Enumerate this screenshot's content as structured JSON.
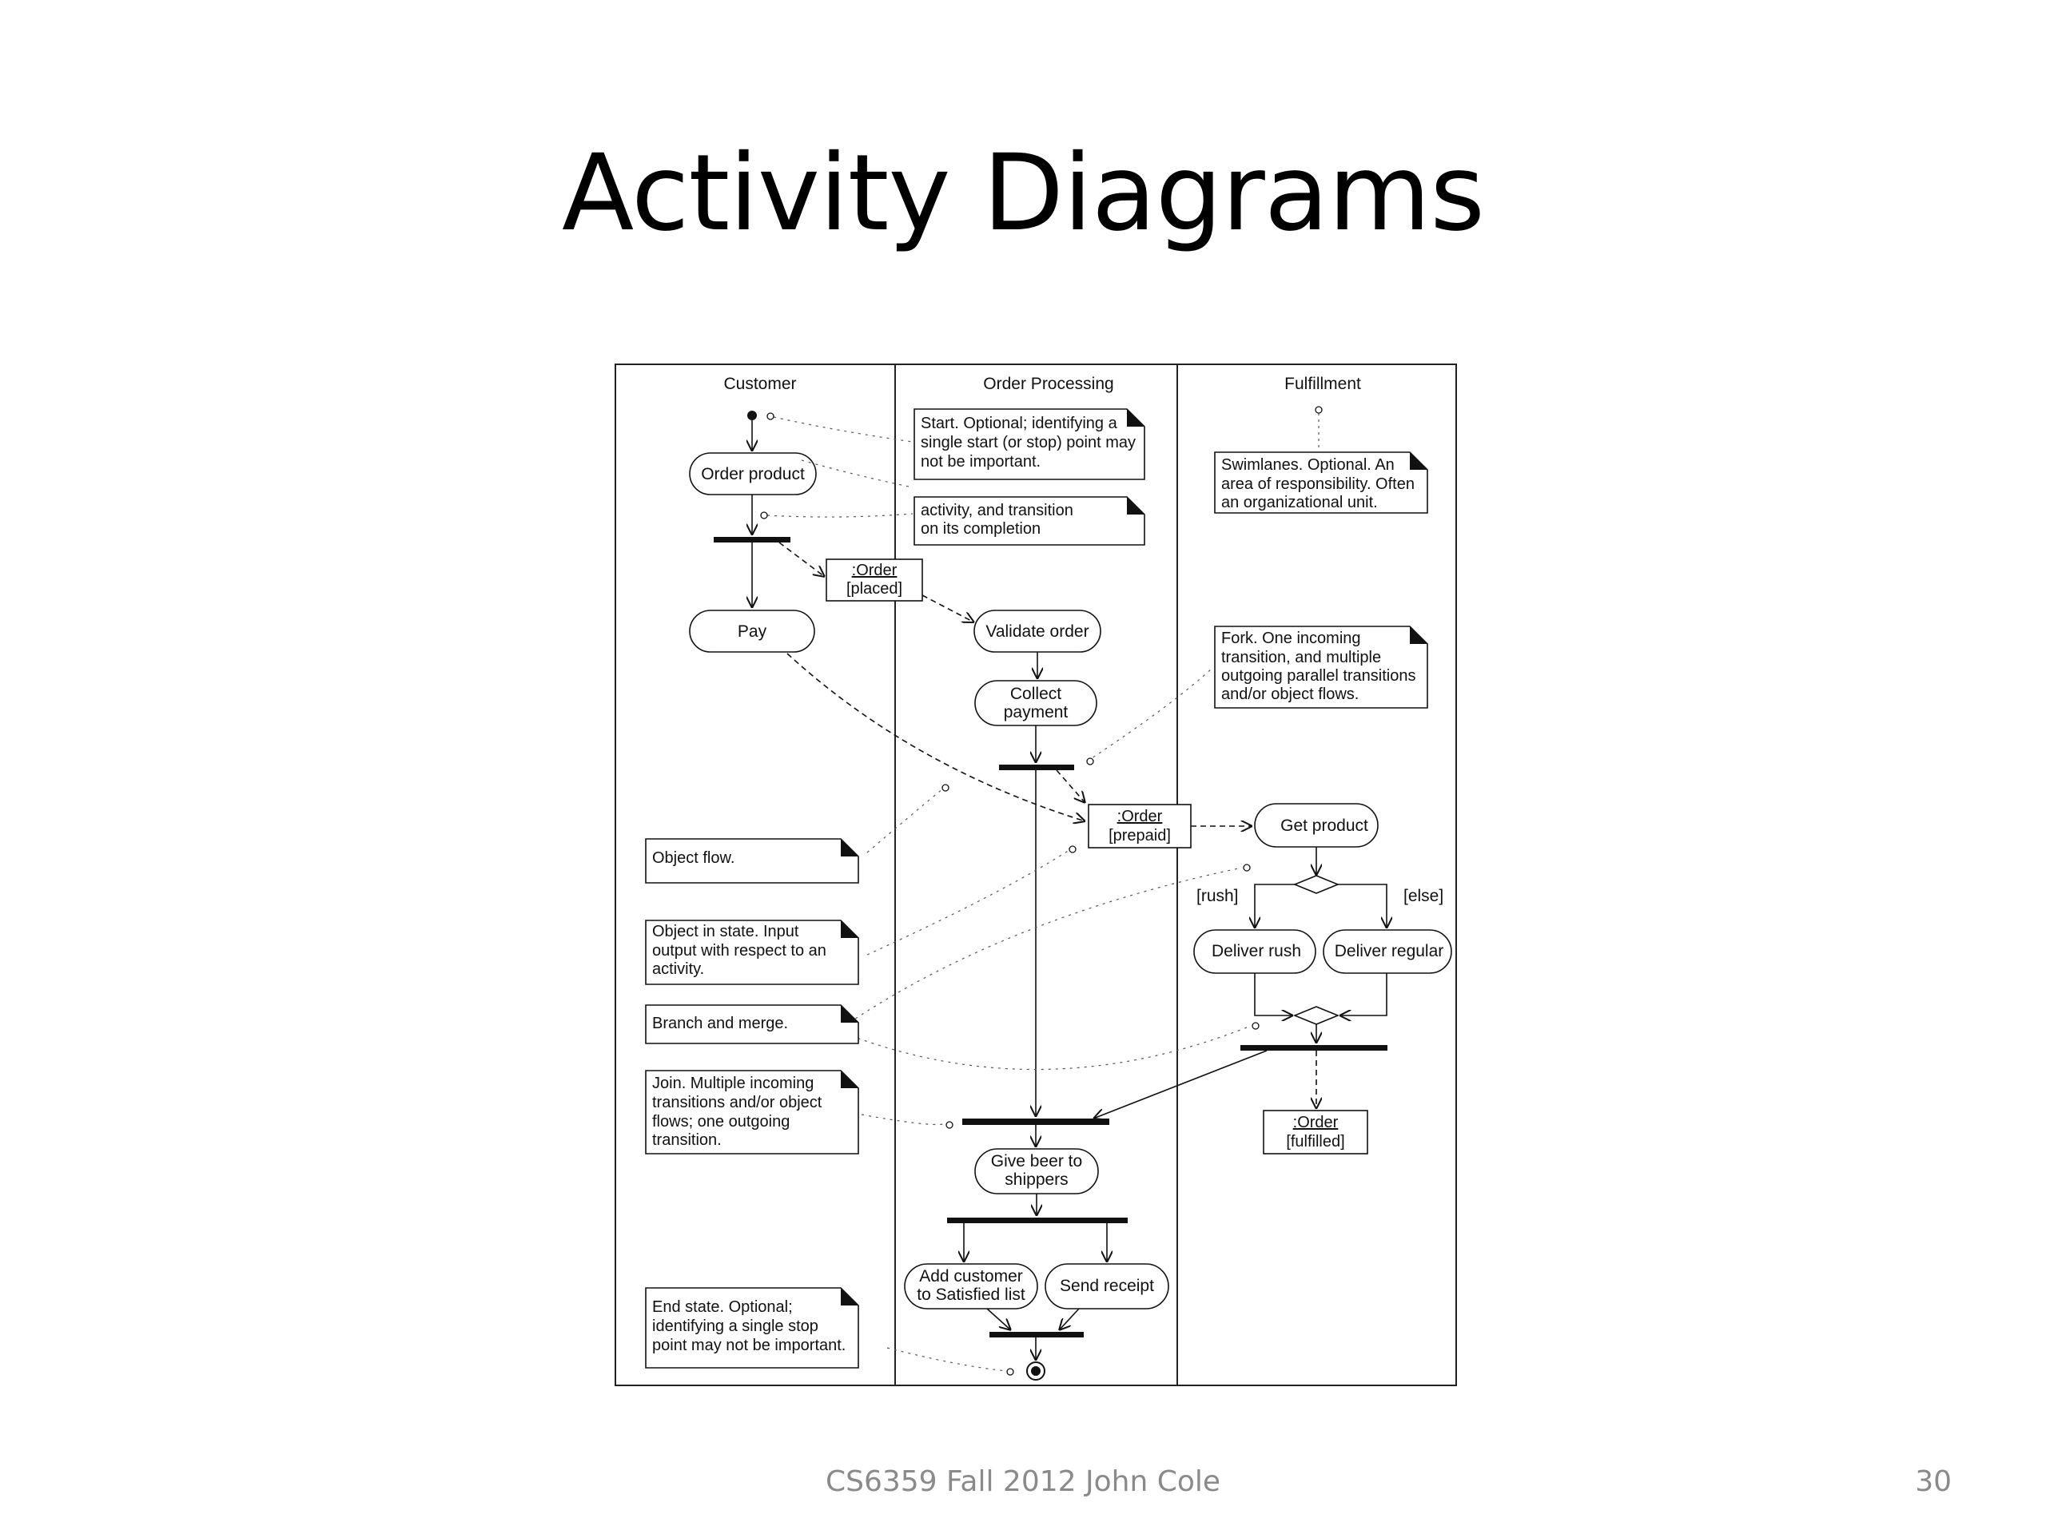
{
  "slide": {
    "title": "Activity Diagrams",
    "footer": "CS6359 Fall 2012 John Cole",
    "page_number": "30"
  },
  "swimlanes": [
    "Customer",
    "Order Processing",
    "Fulfillment"
  ],
  "activities": {
    "order_product": "Order product",
    "pay": "Pay",
    "validate_order": "Validate order",
    "collect_payment": [
      "Collect",
      "payment"
    ],
    "get_product": "Get product",
    "deliver_rush": "Deliver rush",
    "deliver_regular": "Deliver regular",
    "give_beer": [
      "Give beer to",
      "shippers"
    ],
    "add_customer": [
      "Add customer",
      "to Satisfied list"
    ],
    "send_receipt": "Send receipt"
  },
  "objects": {
    "order_placed": [
      ":Order",
      "[placed]"
    ],
    "order_prepaid": [
      ":Order",
      "[prepaid]"
    ],
    "order_fulfilled": [
      ":Order",
      "[fulfilled]"
    ]
  },
  "guards": {
    "rush": "[rush]",
    "else": "[else]"
  },
  "notes": {
    "start": [
      "Start. Optional; identifying a",
      "single start (or stop) point may",
      "not be important."
    ],
    "activity": [
      "activity, and transition",
      "on its completion"
    ],
    "swimlanes": [
      "Swimlanes. Optional. An",
      "area of responsibility. Often",
      "an organizational unit."
    ],
    "fork": [
      "Fork. One incoming",
      "transition, and multiple",
      "outgoing parallel transitions",
      "and/or object flows."
    ],
    "object_flow": [
      "Object flow."
    ],
    "object_state": [
      "Object in state. Input",
      "output with respect to an",
      "activity."
    ],
    "branch": [
      "Branch and merge."
    ],
    "join": [
      "Join. Multiple incoming",
      "transitions and/or object",
      "flows; one outgoing",
      "transition."
    ],
    "end": [
      "End state. Optional;",
      "identifying a single stop",
      "point may not be important."
    ]
  }
}
